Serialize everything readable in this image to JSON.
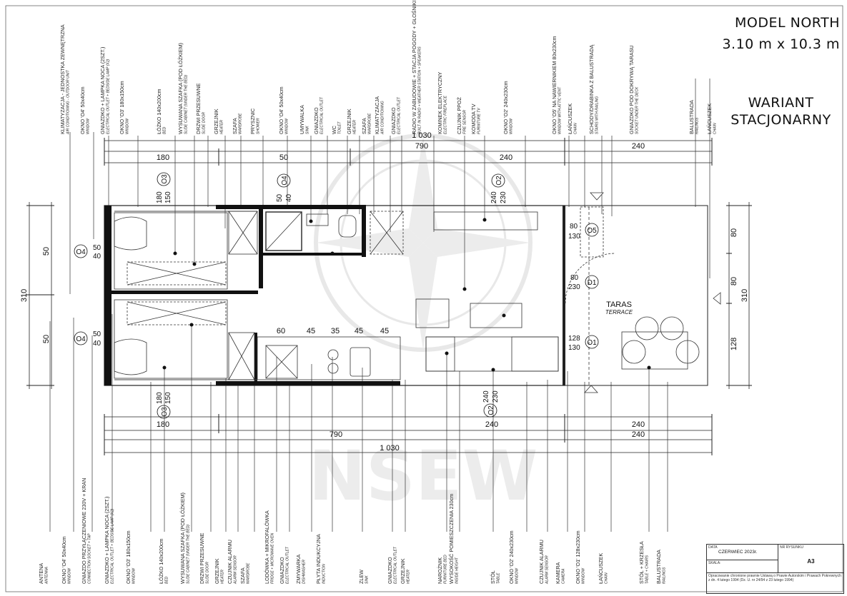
{
  "title": {
    "model": "MODEL NORTH",
    "size": "3.10 m x 10.3 m",
    "variant_line1": "WARIANT",
    "variant_line2": "STACJONARNY"
  },
  "dims_top": {
    "total": "1 030",
    "mid": "790",
    "d180": "180",
    "d50": "50",
    "d240a": "240",
    "d240b": "240"
  },
  "dims_bottom": {
    "d180": "180",
    "d240a": "240",
    "d240b": "240",
    "d790": "790",
    "d240c": "240",
    "total": "1 030"
  },
  "dims_left": {
    "total": "310",
    "top": "50",
    "bottom": "50"
  },
  "dims_right": {
    "total": "310",
    "a": "80",
    "b": "80",
    "c": "128"
  },
  "kitchen_dims": [
    "60",
    "45",
    "35",
    "45",
    "45"
  ],
  "windows": {
    "o4_top_n": "O4",
    "o4_top_a": "50",
    "o4_top_b": "40",
    "o4_bot_n": "O4",
    "o4_bot_a": "50",
    "o4_bot_b": "40",
    "o3_top_n": "O3",
    "o3_top_a": "180",
    "o3_top_b": "150",
    "o3_bot_n": "O3",
    "o3_bot_a": "180",
    "o3_bot_b": "150",
    "o4_bath_n": "O4",
    "o4_bath_a": "50",
    "o4_bath_b": "40",
    "o2_top_n": "O2",
    "o2_top_a": "240",
    "o2_top_b": "230",
    "o2_bot_n": "O2",
    "o2_bot_a": "240",
    "o2_bot_b": "230",
    "o5_n": "O5",
    "o5_a": "80",
    "o5_b": "130",
    "d1_n": "D1",
    "d1_a": "80",
    "d1_b": "230",
    "o1_n": "O1",
    "o1_a": "128",
    "o1_b": "130"
  },
  "terrace": {
    "label": "TARAS",
    "label_en": "TERRACE"
  },
  "watermark": "NSEW",
  "labels_top": [
    {
      "pl": "KLIMATYZACJA - JEDNOSTKA ZEWNĘTRZNA",
      "en": "AIR CONDITIONING - OUTDOOR UNIT"
    },
    {
      "pl": "OKNO 'O4' 50x40cm",
      "en": "WINDOW"
    },
    {
      "pl": "GNIAZDKO + LAMPKA NOCA (2SZT.)",
      "en": "ELECTRICAL OUTLET + BEDSIDE LAMP (X2)"
    },
    {
      "pl": "OKNO 'O3' 180x150cm",
      "en": "WINDOW"
    },
    {
      "pl": "ŁÓŻKO 140x200cm",
      "en": "BED"
    },
    {
      "pl": "WYSUWANA SZAFKA (POD ŁÓŻKIEM)",
      "en": "SLIDE CABINET (UNDER THE BED)"
    },
    {
      "pl": "DRZWI PRZESUWNE",
      "en": "SLIDE DOOR"
    },
    {
      "pl": "GRZEJNIK",
      "en": "HEATER"
    },
    {
      "pl": "SZAFA",
      "en": "WARDROBE"
    },
    {
      "pl": "PRYSZNIC",
      "en": "SHOWER"
    },
    {
      "pl": "OKNO 'O4' 50x40cm",
      "en": "WINDOW"
    },
    {
      "pl": "UMYWALKA",
      "en": "SINK"
    },
    {
      "pl": "GNIAZDKO",
      "en": "ELECTRICAL OUTLET"
    },
    {
      "pl": "WC",
      "en": "TOILET"
    },
    {
      "pl": "GRZEJNIK",
      "en": "HEATER"
    },
    {
      "pl": "SZAFA",
      "en": "WARDROBE"
    },
    {
      "pl": "KLIMATYZACJA",
      "en": "AIR CONDITIONING"
    },
    {
      "pl": "GNIAZDKO",
      "en": "ELECTRICAL OUTLET"
    },
    {
      "pl": "RADIO W ZABUDOWIE + STACJA POGODY + GŁOŚNIKI",
      "en": "BUILT IN RADIO + WEATHER STATION + SPEAKERS"
    },
    {
      "pl": "KOMINEK ELEKTRYCZNY",
      "en": "ELECTRIC FIREPLACE"
    },
    {
      "pl": "CZUJNIK PPOŻ",
      "en": "FIRE SENSOR"
    },
    {
      "pl": "KOMODA TV",
      "en": "FURNITURE TV"
    },
    {
      "pl": "OKNO 'O2' 240x230cm",
      "en": "WINDOW"
    },
    {
      "pl": "OKNO 'O5' NA NAWIERNIKIEM 80x230cm",
      "en": "WINDOW WITH ATTIC VENT"
    },
    {
      "pl": "ŁAŃCUSZEK",
      "en": "CHAIN"
    },
    {
      "pl": "SCHODY/DRABINKA Z BALUSTRADĄ",
      "en": "STAIRS WITH RAILING"
    },
    {
      "pl": "GNIAZDKO POD DOKRYWĄ TARASU",
      "en": "SOCKET UNDER THE DECK"
    },
    {
      "pl": "BALUSTRADA",
      "en": "RAILINGS"
    },
    {
      "pl": "ŁAŃCUSZEK",
      "en": "CHAIN"
    }
  ],
  "labels_bottom": [
    {
      "pl": "ANTENA",
      "en": "ANTENNA"
    },
    {
      "pl": "OKNO 'O4' 50x40cm",
      "en": "WINDOW"
    },
    {
      "pl": "GNIAZDO PRZYŁĄCZENIOWE 230V + KRAN",
      "en": "CONNECTION SOCKET + TAP"
    },
    {
      "pl": "GNIAZDKO + LAMPKA NOCA (2SZT.)",
      "en": "ELECTRICAL OUTLET + BEDSIDE LAMP (X2)"
    },
    {
      "pl": "OKNO 'O3' 180x150cm",
      "en": "WINDOW"
    },
    {
      "pl": "ŁÓŻKO 140x200cm",
      "en": "BED"
    },
    {
      "pl": "WYSUWANA SZAFKA (POD ŁÓŻKIEM)",
      "en": "SLIDE CABINET (UNDER THE BED)"
    },
    {
      "pl": "DRZWI PRZESUWNE",
      "en": "SLIDE DOOR"
    },
    {
      "pl": "GRZEJNIK",
      "en": "HEATER"
    },
    {
      "pl": "CZUJNIK ALARMU",
      "en": "ALARM SENSOR"
    },
    {
      "pl": "SZAFA",
      "en": "WARDROBE"
    },
    {
      "pl": "LODÓWKA + MIKROFALÓWKA",
      "en": "FRIDGE + MICROWAVE OVEN"
    },
    {
      "pl": "GNIAZDKO",
      "en": "ELECTRICAL OUTLET"
    },
    {
      "pl": "ZMYWARKA",
      "en": "DISHWASHER"
    },
    {
      "pl": "PŁYTA INDUKCYJNA",
      "en": "INDUCTION"
    },
    {
      "pl": "ZLEW",
      "en": "SINK"
    },
    {
      "pl": "GNIAZDKO",
      "en": "ELECTRICAL OUTLET"
    },
    {
      "pl": "GRZEJNIK",
      "en": "HEATER"
    },
    {
      "pl": "NAROŻNIK",
      "en": "FURNITURE BED"
    },
    {
      "pl": "WYSOKOŚĆ POMIESZCZENIA 230cm",
      "en": "INSIDE HEIGHT"
    },
    {
      "pl": "STÓŁ",
      "en": "TABLE"
    },
    {
      "pl": "OKNO 'O2' 240x230cm",
      "en": "WINDOW"
    },
    {
      "pl": "CZUJNIK ALARMU",
      "en": "ALARM SENSOR"
    },
    {
      "pl": "KAMERA",
      "en": "CAMERA"
    },
    {
      "pl": "OKNO 'O1' 128x230cm",
      "en": "WINDOW"
    },
    {
      "pl": "ŁAŃCUSZEK",
      "en": "CHAIN"
    },
    {
      "pl": "STÓŁ + KRZESŁA",
      "en": "TABLE + CHAIRS"
    },
    {
      "pl": "BALUSTRADA",
      "en": "RAILINGS"
    }
  ],
  "title_block": {
    "data_label": "DATA",
    "date": "CZERWIEC 2023r.",
    "scale_label": "SKALA:",
    "sheet_label": "NR RYSUNKU",
    "sheet": "A3",
    "copyright": "Opracowanie chronione prawnie Ustawą o Prawie Autorskim i Prawach Pokrewnych z dn. 4 lutego 1994 (Dz. U. nr 24/94 z 23 lutego 1994)"
  }
}
